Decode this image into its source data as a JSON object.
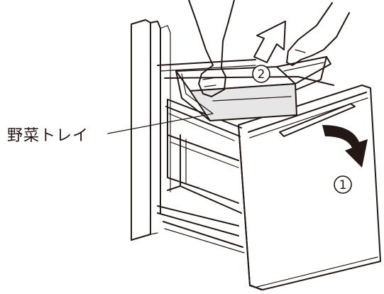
{
  "callout": {
    "label": "野菜トレイ"
  },
  "steps": [
    {
      "number": "1",
      "action": "open-drawer",
      "arrow": "curved"
    },
    {
      "number": "2",
      "action": "lift-tray",
      "arrow": "up"
    }
  ],
  "colors": {
    "ink": "#231815",
    "tray_shade": "#e6e6e6",
    "background": "#ffffff"
  }
}
